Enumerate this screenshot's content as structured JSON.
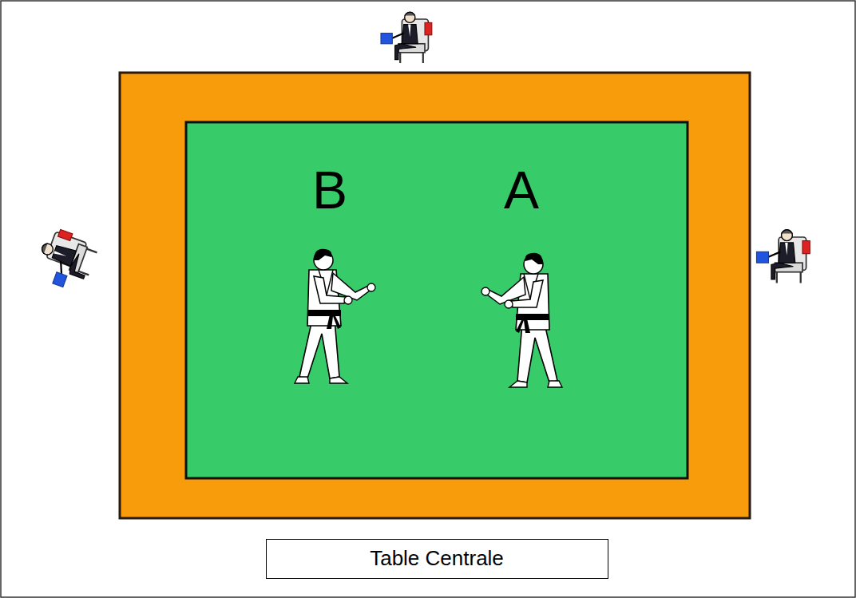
{
  "diagram": {
    "nodes": [
      {
        "text": [
          "Table Centrale"
        ]
      }
    ],
    "labels": [
      "B",
      "A"
    ]
  }
}
